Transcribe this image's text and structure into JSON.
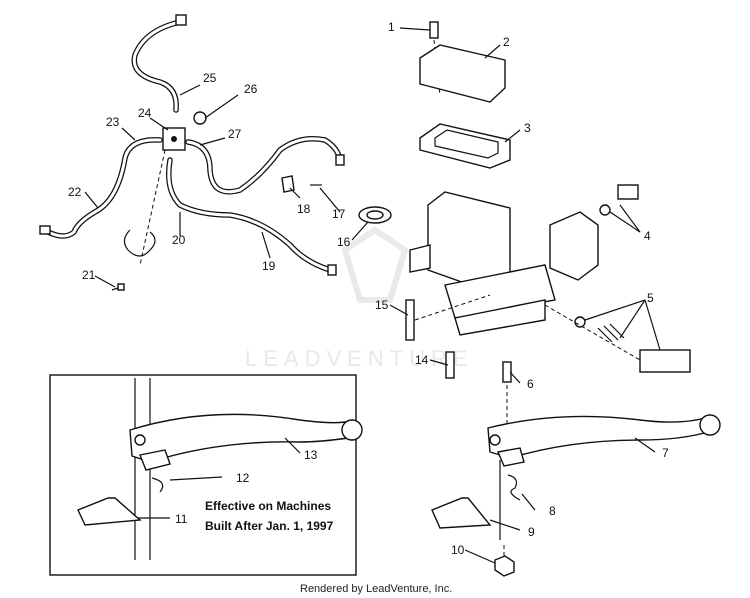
{
  "callouts": [
    "1",
    "2",
    "3",
    "4",
    "5",
    "6",
    "7",
    "8",
    "9",
    "10",
    "11",
    "12",
    "13",
    "14",
    "15",
    "16",
    "17",
    "18",
    "19",
    "20",
    "21",
    "22",
    "23",
    "24",
    "25",
    "26",
    "27"
  ],
  "inset_note": {
    "line1": "Effective on Machines",
    "line2": "Built After Jan. 1, 1997"
  },
  "watermark": "LEADVENTURE",
  "footer": "Rendered by LeadVenture, Inc."
}
